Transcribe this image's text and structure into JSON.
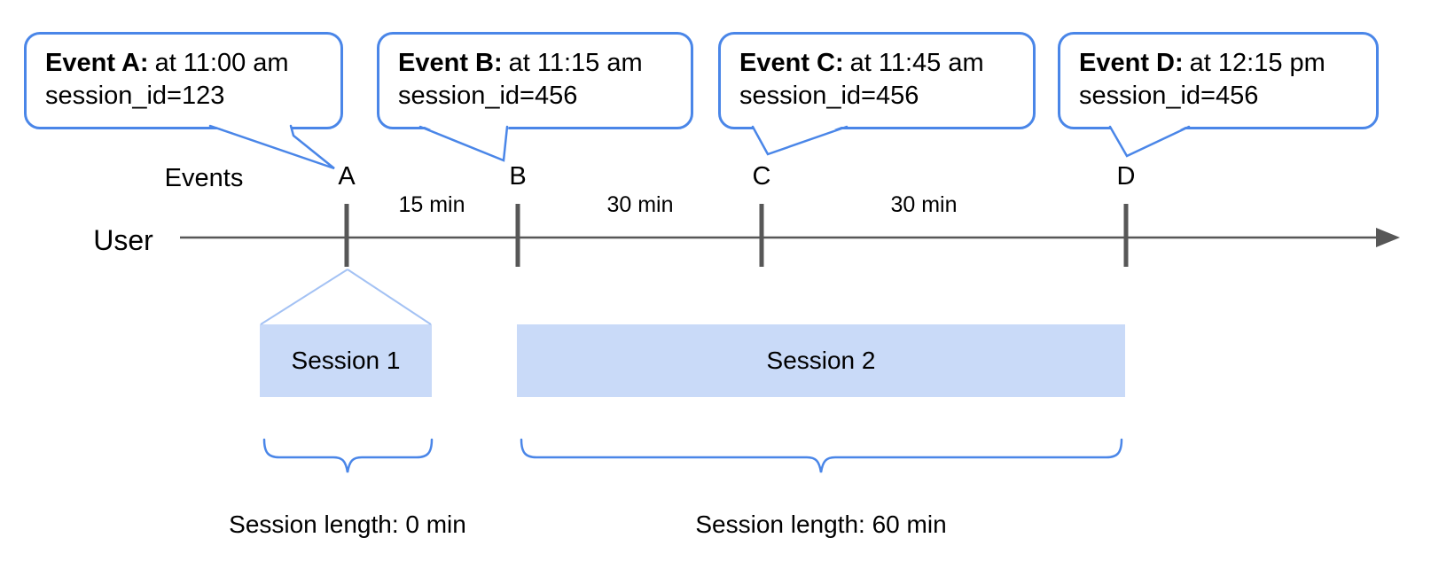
{
  "colors": {
    "accent_blue": "#4a86e8",
    "session_bar_fill": "#c9daf8",
    "funnel_line": "#a4c2f4",
    "axis_gray": "#575757",
    "text_black": "#000000"
  },
  "callouts": [
    {
      "letter": "A",
      "title": "Event A:",
      "time": "at 11:00 am",
      "session": "session_id=123"
    },
    {
      "letter": "B",
      "title": "Event B:",
      "time": "at 11:15 am",
      "session": "session_id=456"
    },
    {
      "letter": "C",
      "title": "Event C:",
      "time": "at 11:45 am",
      "session": "session_id=456"
    },
    {
      "letter": "D",
      "title": "Event D:",
      "time": "at 12:15 pm",
      "session": "session_id=456"
    }
  ],
  "timeline": {
    "events_label": "Events",
    "user_label": "User",
    "intervals": [
      "15 min",
      "30 min",
      "30 min"
    ]
  },
  "sessions": [
    {
      "label": "Session 1",
      "length_label": "Session length: 0 min"
    },
    {
      "label": "Session 2",
      "length_label": "Session length: 60 min"
    }
  ]
}
